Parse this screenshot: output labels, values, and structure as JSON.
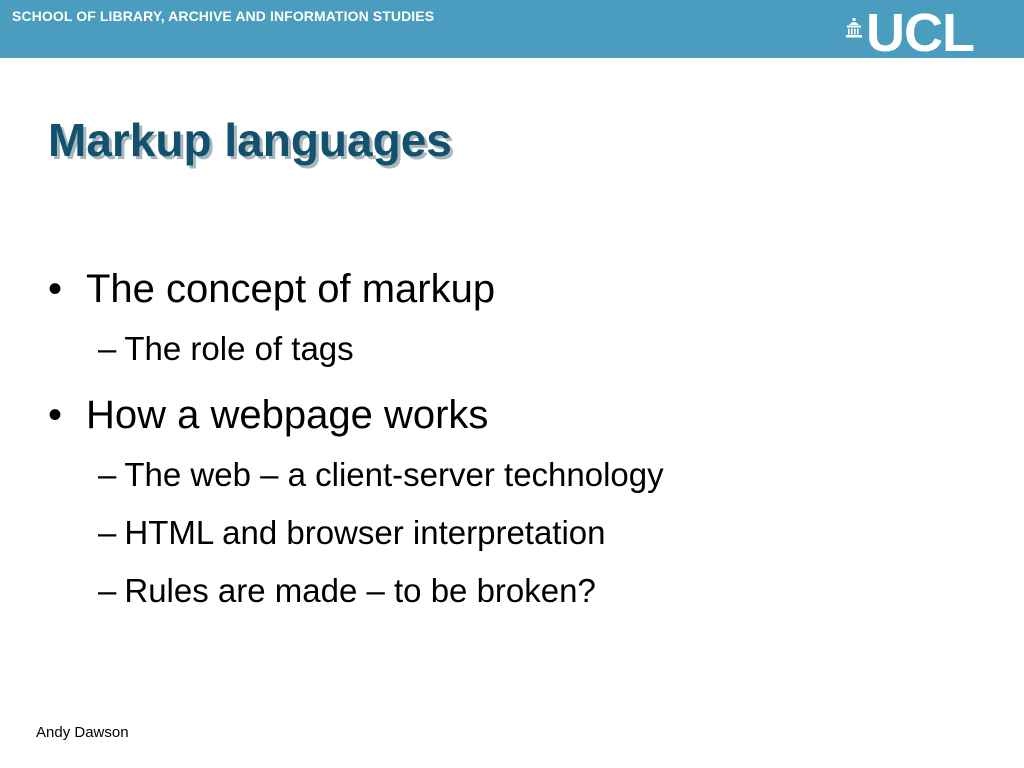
{
  "header": {
    "school_name": "SCHOOL OF LIBRARY, ARCHIVE AND INFORMATION STUDIES",
    "logo_text": "UCL",
    "logo_icon": "portico-icon",
    "bar_color": "#4a9dbf"
  },
  "title": "Markup languages",
  "title_color": "#12526e",
  "bullets": [
    {
      "marker": "•",
      "text": "The concept of markup",
      "sub": [
        {
          "marker": "–",
          "text": "The role of tags"
        }
      ]
    },
    {
      "marker": "•",
      "text": "How a webpage works",
      "sub": [
        {
          "marker": "–",
          "text": "The web – a client-server technology"
        },
        {
          "marker": "–",
          "text": "HTML and browser interpretation"
        },
        {
          "marker": "–",
          "text": "Rules are made – to be broken?"
        }
      ]
    }
  ],
  "footer": {
    "author": "Andy Dawson"
  }
}
